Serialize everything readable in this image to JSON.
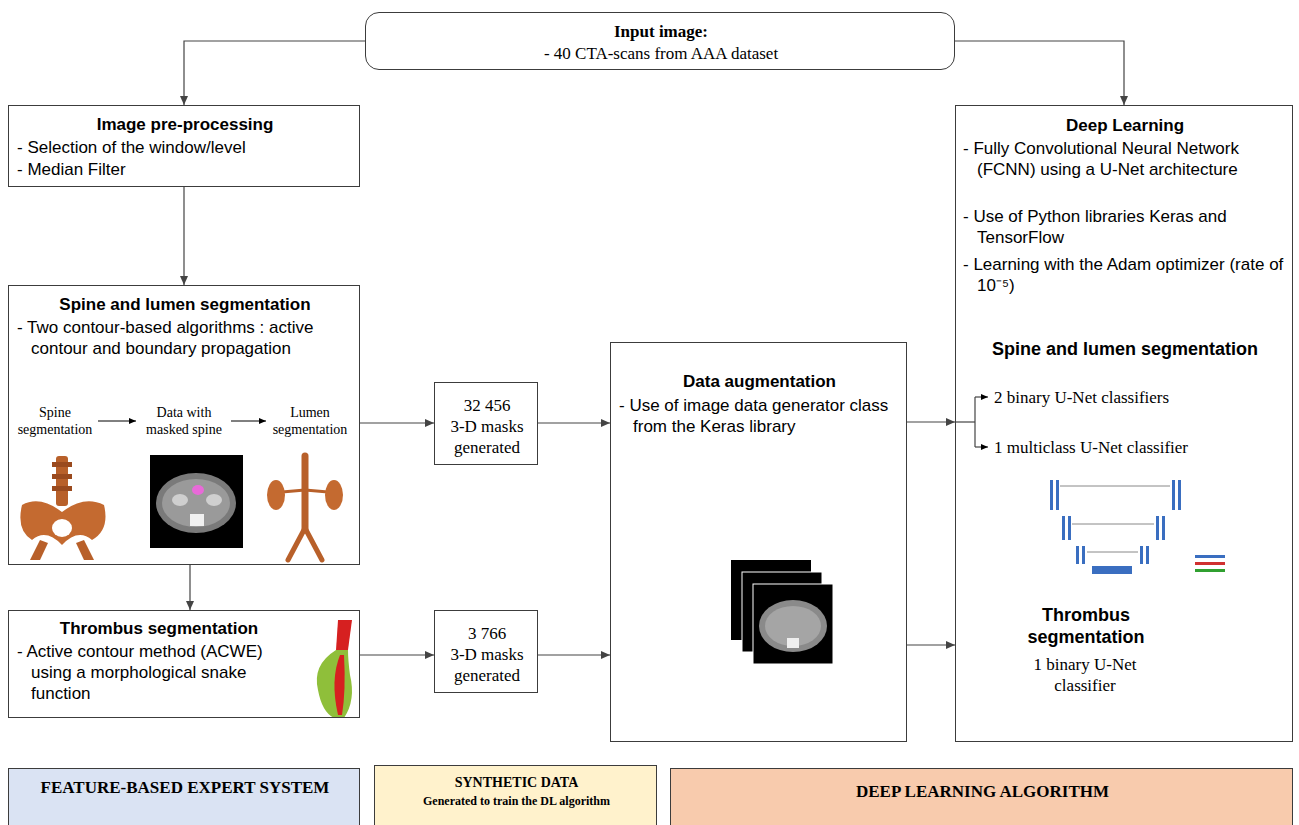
{
  "diagram": {
    "nodes": [
      {
        "text": [
          "Input image:",
          "- 40 CTA-scans from AAA dataset"
        ]
      },
      {
        "text": [
          "Image pre-processing",
          "- Selection of the window/level",
          "- Median Filter"
        ]
      },
      {
        "text": [
          "Spine and lumen segmentation",
          "- Two contour-based algorithms : active contour and boundary propagation"
        ]
      },
      {
        "text": [
          "Thrombus segmentation",
          "- Active contour method (ACWE) using a morphological snake function"
        ]
      },
      {
        "text": [
          "32 456",
          "3-D masks generated"
        ]
      },
      {
        "text": [
          "3 766",
          "3-D masks generated"
        ]
      },
      {
        "text": [
          "Data augmentation",
          "- Use of image data generator class from the Keras library"
        ]
      },
      {
        "text": [
          "Deep Learning",
          "- Fully Convolutional Neural Network (FCNN) using a U-Net architecture",
          "- Use of Python libraries Keras and TensorFlow",
          "- Learning with the Adam optimizer (rate of 10⁻⁵)",
          "Spine and lumen segmentation",
          "2 binary U-Net classifiers",
          "1 multiclass U-Net classifier",
          "Thrombus segmentation",
          "1 binary U-Net classifier"
        ]
      },
      {
        "text": [
          "FEATURE-BASED EXPERT SYSTEM"
        ]
      },
      {
        "text": [
          "SYNTHETIC DATA",
          "Generated to train the DL algorithm"
        ]
      },
      {
        "text": [
          "DEEP LEARNING ALGORITHM"
        ]
      }
    ],
    "edges": [
      {
        "from": 0,
        "to": 1,
        "arrow": "to"
      },
      {
        "from": 0,
        "to": 7,
        "arrow": "to"
      },
      {
        "from": 1,
        "to": 2,
        "arrow": "to"
      },
      {
        "from": 2,
        "to": 3,
        "arrow": "to"
      },
      {
        "from": 2,
        "to": 4,
        "arrow": "to"
      },
      {
        "from": 4,
        "to": 6,
        "arrow": "to"
      },
      {
        "from": 3,
        "to": 5,
        "arrow": "to"
      },
      {
        "from": 5,
        "to": 6,
        "arrow": "to"
      },
      {
        "from": 6,
        "to": 7,
        "arrow": "to"
      },
      {
        "from": 6,
        "to": 7,
        "arrow": "to"
      }
    ],
    "labels": [
      "Spine segmentation",
      "Data with masked spine",
      "Lumen segmentation"
    ]
  }
}
